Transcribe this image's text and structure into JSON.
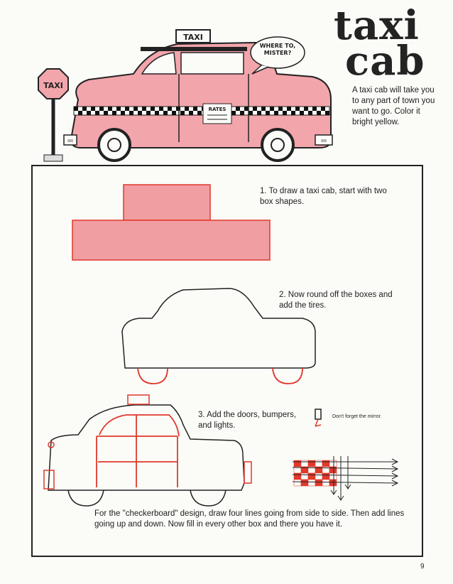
{
  "page_title": {
    "line1": "taxi",
    "line2": "cab"
  },
  "intro_text": "A taxi cab will take you to any part of town you want to go. Color it bright yellow.",
  "illustration": {
    "roof_sign": "TAXI",
    "stop_sign": "TAXI",
    "speech_bubble": "WHERE TO, MISTER?",
    "door_sign": "RATES",
    "bumper_left": "ıııı",
    "bumper_right": "ıııı",
    "cab_color": "#f2a5ab",
    "checker_color": "#111111"
  },
  "steps": {
    "step1": "1. To draw a taxi cab, start with two box shapes.",
    "step2": "2. Now round off the boxes and add the tires.",
    "step3": "3. Add the doors, bumpers, and lights.",
    "mirror_note": "Don't forget the mirror."
  },
  "checker_instructions": "For the \"checkerboard\" design, draw four lines going from side to side. Then add lines going up and down. Now fill in every other box and there you have it.",
  "page_number": "9",
  "colors": {
    "outline": "#1e1e1e",
    "accent_red": "#e0392b",
    "box_fill": "#f19ea3"
  }
}
